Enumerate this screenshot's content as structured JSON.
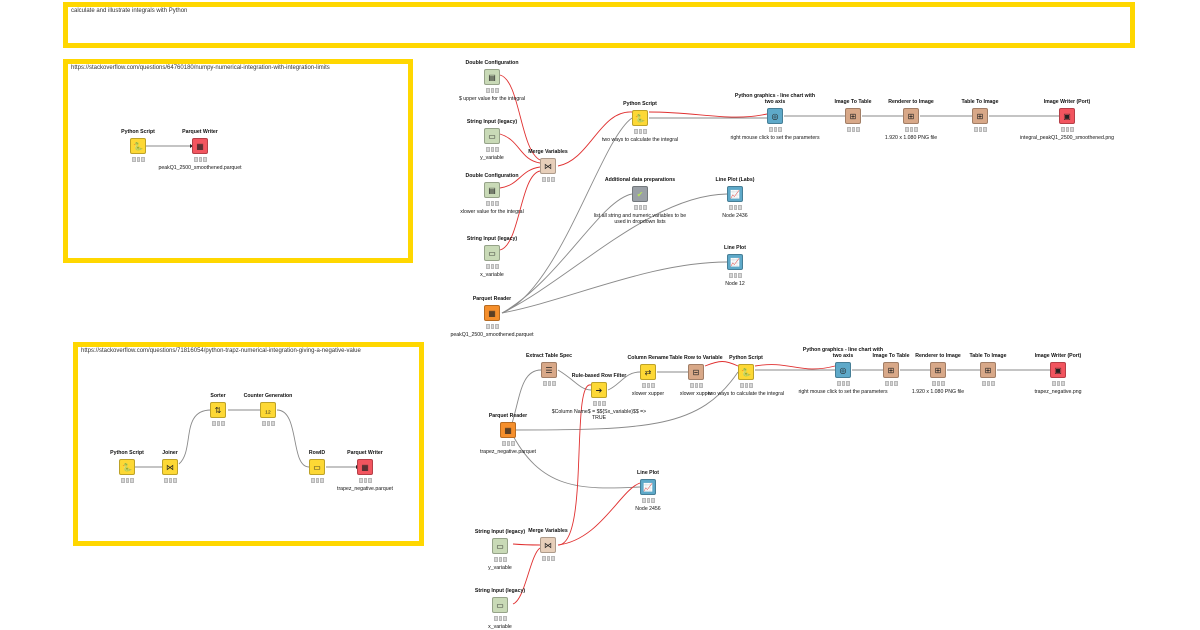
{
  "annotations": {
    "top_banner": "calculate and illustrate integrals with Python",
    "box_1": "https://stackoverflow.com/questions/64760180/numpy-numerical-integration-with-integration-limits",
    "box_2": "https://stackoverflow.com/questions/71816054/python-trapz-numerical-integration-giving-a-negative-value"
  },
  "nodes": {
    "n1": {
      "title": "Python Script",
      "label": "",
      "icon": "python-icon",
      "kind": "c-manip"
    },
    "n2": {
      "title": "Parquet Writer",
      "label": "peakQ1_2500_smoothened.parquet",
      "icon": "parquet-writer-icon",
      "kind": "c-sink"
    },
    "n3": {
      "title": "Double Configuration",
      "label": "$ upper value for the integral",
      "icon": "config-icon",
      "kind": "c-config"
    },
    "n4": {
      "title": "String Input (legacy)",
      "label": "y_variable",
      "icon": "string-input-icon",
      "kind": "c-config"
    },
    "n5": {
      "title": "Double Configuration",
      "label": "xlower value for the integral",
      "icon": "config-icon",
      "kind": "c-config"
    },
    "n6": {
      "title": "String Input (legacy)",
      "label": "x_variable",
      "icon": "string-input-icon",
      "kind": "c-config"
    },
    "n7": {
      "title": "Merge Variables",
      "label": "",
      "icon": "merge-icon",
      "kind": "c-flow"
    },
    "n8": {
      "title": "Python Script",
      "label": "two ways to calculate the integral",
      "icon": "python-icon",
      "kind": "c-manip"
    },
    "n9": {
      "title": "Python graphics - line chart with two axis",
      "label": "right mouse click to set the parameters",
      "icon": "chart-icon",
      "kind": "c-viz"
    },
    "n10": {
      "title": "Image To Table",
      "label": "",
      "icon": "image-table-icon",
      "kind": "c-other"
    },
    "n11": {
      "title": "Renderer to Image",
      "label": "1.920 x 1.080 PNG file",
      "icon": "renderer-icon",
      "kind": "c-other"
    },
    "n12": {
      "title": "Table To Image",
      "label": "",
      "icon": "table-image-icon",
      "kind": "c-other"
    },
    "n13": {
      "title": "Image Writer (Port)",
      "label": "integral_peakQ1_2500_smoothened.png",
      "icon": "image-writer-icon",
      "kind": "c-sink"
    },
    "n14": {
      "title": "Additional data preparations",
      "label": "list all string and numeric variables to be used in dropdown lists",
      "icon": "component-icon",
      "kind": "c-meta"
    },
    "n15": {
      "title": "Line Plot (Labs)",
      "label": "Node 2436",
      "icon": "line-plot-icon",
      "kind": "c-viz"
    },
    "n16": {
      "title": "Line Plot",
      "label": "Node 12",
      "icon": "line-plot-icon",
      "kind": "c-viz"
    },
    "n17": {
      "title": "Parquet Reader",
      "label": "peakQ1_2500_smoothened.parquet",
      "icon": "parquet-reader-icon",
      "kind": "c-source"
    },
    "n18": {
      "title": "Extract Table Spec",
      "label": "",
      "icon": "table-spec-icon",
      "kind": "c-other"
    },
    "n19": {
      "title": "Rule-based Row Filter",
      "label": "$Column Name$ = $${Sx_variable}$$ => TRUE",
      "icon": "row-filter-icon",
      "kind": "c-manip"
    },
    "n20": {
      "title": "Column Rename",
      "label": "xlower xupper",
      "icon": "rename-icon",
      "kind": "c-manip"
    },
    "n21": {
      "title": "Table Row to Variable",
      "label": "xlower xupper",
      "icon": "row-variable-icon",
      "kind": "c-other"
    },
    "n22": {
      "title": "Python Script",
      "label": "two ways to calculate the integral",
      "icon": "python-icon",
      "kind": "c-manip"
    },
    "n23": {
      "title": "Python graphics - line chart with two axis",
      "label": "right mouse click to set the parameters",
      "icon": "chart-icon",
      "kind": "c-viz"
    },
    "n24": {
      "title": "Image To Table",
      "label": "",
      "icon": "image-table-icon",
      "kind": "c-other"
    },
    "n25": {
      "title": "Renderer to Image",
      "label": "1.920 x 1.080 PNG file",
      "icon": "renderer-icon",
      "kind": "c-other"
    },
    "n26": {
      "title": "Table To Image",
      "label": "",
      "icon": "table-image-icon",
      "kind": "c-other"
    },
    "n27": {
      "title": "Image Writer (Port)",
      "label": "trapez_negative.png",
      "icon": "image-writer-icon",
      "kind": "c-sink"
    },
    "n28": {
      "title": "Parquet Reader",
      "label": "trapez_negative.parquet",
      "icon": "parquet-reader-icon",
      "kind": "c-source"
    },
    "n29": {
      "title": "Line Plot",
      "label": "Node 2456",
      "icon": "line-plot-icon",
      "kind": "c-viz"
    },
    "n30": {
      "title": "String Input (legacy)",
      "label": "y_variable",
      "icon": "string-input-icon",
      "kind": "c-config"
    },
    "n31": {
      "title": "Merge Variables",
      "label": "",
      "icon": "merge-icon",
      "kind": "c-flow"
    },
    "n32": {
      "title": "String Input (legacy)",
      "label": "x_variable",
      "icon": "string-input-icon",
      "kind": "c-config"
    },
    "n33": {
      "title": "Sorter",
      "label": "",
      "icon": "sorter-icon",
      "kind": "c-manip"
    },
    "n34": {
      "title": "Counter Generation",
      "label": "",
      "icon": "counter-icon",
      "kind": "c-manip"
    },
    "n35": {
      "title": "Python Script",
      "label": "",
      "icon": "python-icon",
      "kind": "c-manip"
    },
    "n36": {
      "title": "Joiner",
      "label": "",
      "icon": "joiner-icon",
      "kind": "c-manip"
    },
    "n37": {
      "title": "RowID",
      "label": "",
      "icon": "rowid-icon",
      "kind": "c-manip"
    },
    "n38": {
      "title": "Parquet Writer",
      "label": "trapez_negative.parquet",
      "icon": "parquet-writer-icon",
      "kind": "c-sink"
    }
  },
  "colors": {
    "annotation_border": "#ffd700",
    "data_link": "#8a8a8a",
    "variable_link": "#e03030"
  }
}
